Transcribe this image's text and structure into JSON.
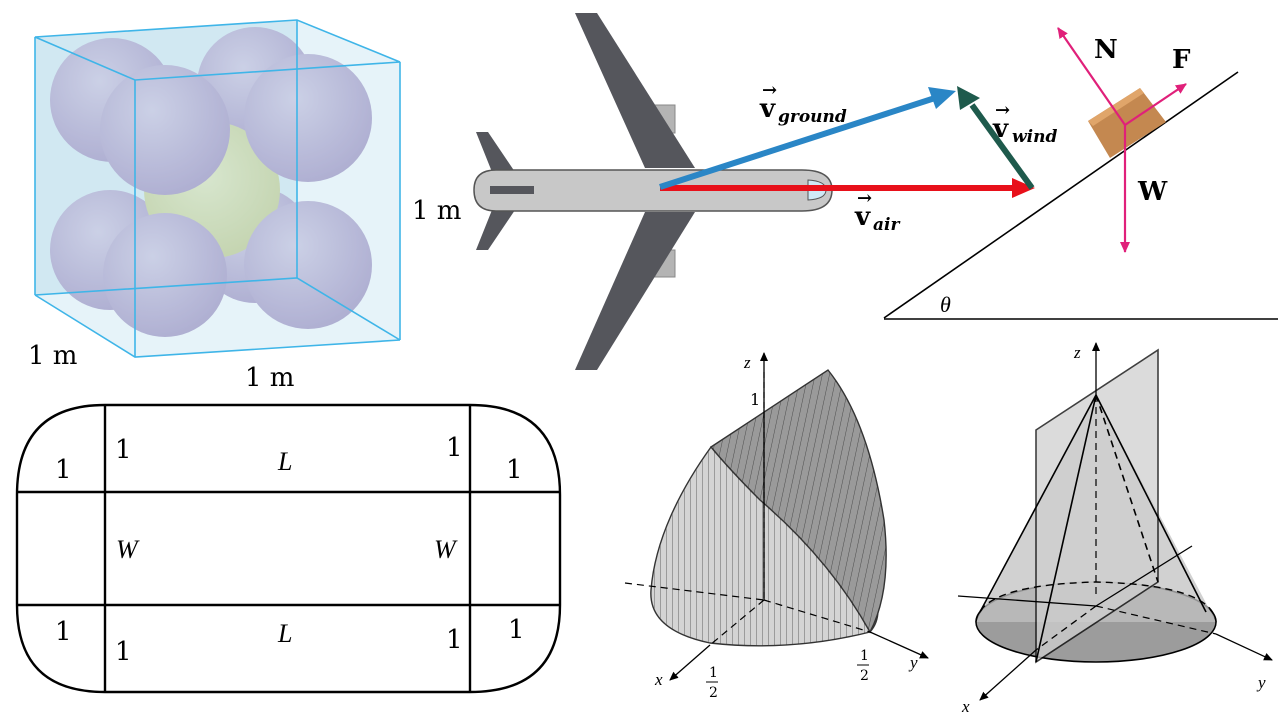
{
  "cube": {
    "label_height": "1 m",
    "label_depth": "1 m",
    "label_width": "1 m",
    "edge_color": "#3fb5e8",
    "sphere_color": "#b9a6cf",
    "center_sphere_color": "#d8dc9c"
  },
  "plane": {
    "v_ground": {
      "symbol": "v",
      "sub": "ground",
      "color": "#2a86c6"
    },
    "v_wind": {
      "symbol": "v",
      "sub": "wind",
      "color": "#1e5a4c"
    },
    "v_air": {
      "symbol": "v",
      "sub": "air",
      "color": "#e8101a"
    },
    "fuselage_color": "#c8c8c8",
    "wing_color": "#55565c"
  },
  "incline": {
    "N": "N",
    "F": "F",
    "W": "W",
    "angle": "θ",
    "force_color": "#e0207a",
    "block_color": "#c48850"
  },
  "track": {
    "top_left_corner": "1",
    "top_inner_left": "1",
    "top_L": "L",
    "top_inner_right": "1",
    "top_right_corner": "1",
    "mid_W_left": "W",
    "mid_W_right": "W",
    "bot_left_corner": "1",
    "bot_inner_left": "1",
    "bot_L": "L",
    "bot_inner_right": "1",
    "bot_right_corner": "1"
  },
  "solid1": {
    "z_label": "z",
    "y_label": "y",
    "x_label": "x",
    "z_tick": "1",
    "x_tick_num": "1",
    "x_tick_den": "2",
    "y_tick_num": "1",
    "y_tick_den": "2"
  },
  "solid2": {
    "z_label": "z",
    "y_label": "y",
    "x_label": "x"
  }
}
